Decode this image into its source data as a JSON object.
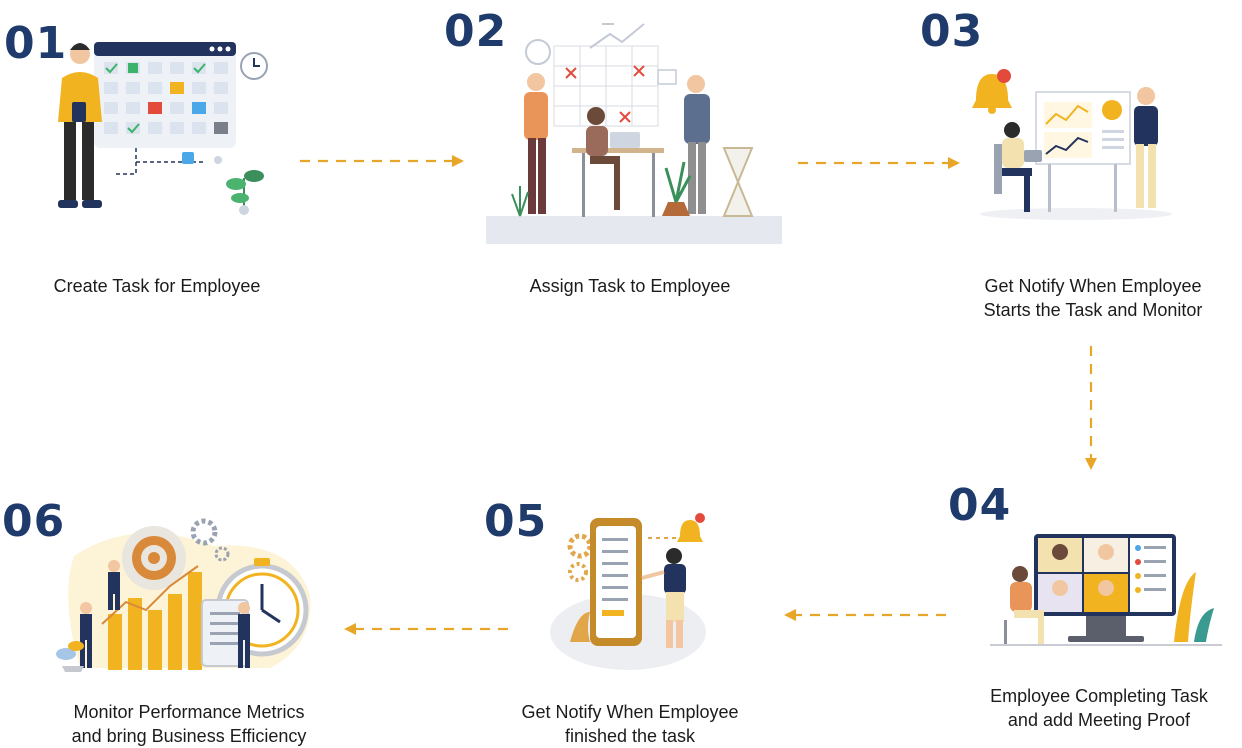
{
  "colors": {
    "number": "#1f3b6b",
    "arrow": "#e8a628",
    "accent_yellow": "#f2b320",
    "navy": "#22345d",
    "skin": "#f1c6a0"
  },
  "steps": [
    {
      "number": "01",
      "caption": [
        "Create Task for Employee"
      ],
      "illustration": "calendar-planning-illustration"
    },
    {
      "number": "02",
      "caption": [
        "Assign Task to Employee"
      ],
      "illustration": "team-assignment-illustration"
    },
    {
      "number": "03",
      "caption": [
        "Get Notify When Employee",
        "Starts the Task and Monitor"
      ],
      "illustration": "presentation-monitor-illustration"
    },
    {
      "number": "04",
      "caption": [
        "Employee Completing Task",
        "and add Meeting Proof"
      ],
      "illustration": "video-meeting-illustration"
    },
    {
      "number": "05",
      "caption": [
        "Get Notify When Employee",
        "finished the task"
      ],
      "illustration": "mobile-notification-illustration"
    },
    {
      "number": "06",
      "caption": [
        "Monitor Performance Metrics",
        "and bring Business Efficiency"
      ],
      "illustration": "performance-growth-illustration"
    }
  ],
  "flow": [
    {
      "from": "01",
      "to": "02"
    },
    {
      "from": "02",
      "to": "03"
    },
    {
      "from": "03",
      "to": "04"
    },
    {
      "from": "04",
      "to": "05"
    },
    {
      "from": "05",
      "to": "06"
    }
  ]
}
